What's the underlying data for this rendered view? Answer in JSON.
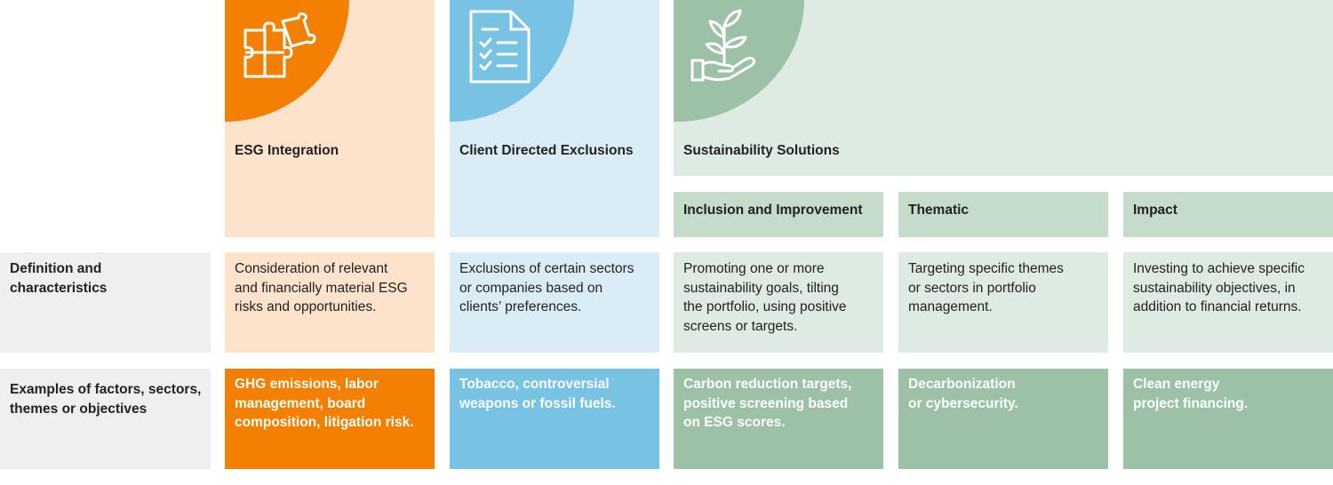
{
  "row_labels": {
    "definition": "Definition and\ncharacteristics",
    "examples": "Examples of factors, sectors,\nthemes or objectives"
  },
  "columns": {
    "esg": {
      "title": "ESG Integration",
      "definition": "Consideration of relevant\nand financially material ESG\nrisks and opportunities.",
      "examples": "GHG emissions, labor\nmanagement, board\ncomposition, litigation risk.",
      "icon": "puzzle-icon"
    },
    "exclusions": {
      "title": "Client Directed Exclusions",
      "definition": "Exclusions of certain sectors\nor companies based on\nclients’ preferences.",
      "examples": "Tobacco, controversial\nweapons or fossil fuels.",
      "icon": "checklist-icon"
    },
    "sustainability": {
      "title": "Sustainability Solutions",
      "icon": "plant-in-hand-icon",
      "subcolumns": [
        {
          "title": "Inclusion and Improvement",
          "definition": "Promoting one or more\nsustainability goals, tilting\nthe portfolio, using positive\nscreens or targets.",
          "examples": "Carbon reduction targets,\npositive screening based\non ESG scores."
        },
        {
          "title": "Thematic",
          "definition": "Targeting specific themes\nor sectors in portfolio\nmanagement.",
          "examples": "Decarbonization\nor cybersecurity."
        },
        {
          "title": "Impact",
          "definition": "Investing to achieve specific\nsustainability objectives, in\naddition to financial returns.",
          "examples": "Clean energy\nproject financing."
        }
      ]
    }
  },
  "colors": {
    "orange": "#f38002",
    "orange_light": "#fde3cb",
    "blue": "#78c2e4",
    "blue_light": "#daedf7",
    "green": "#9cc1a6",
    "green_light": "#deebe2",
    "green_header": "#c5dccb",
    "grey_label": "#efefef"
  }
}
